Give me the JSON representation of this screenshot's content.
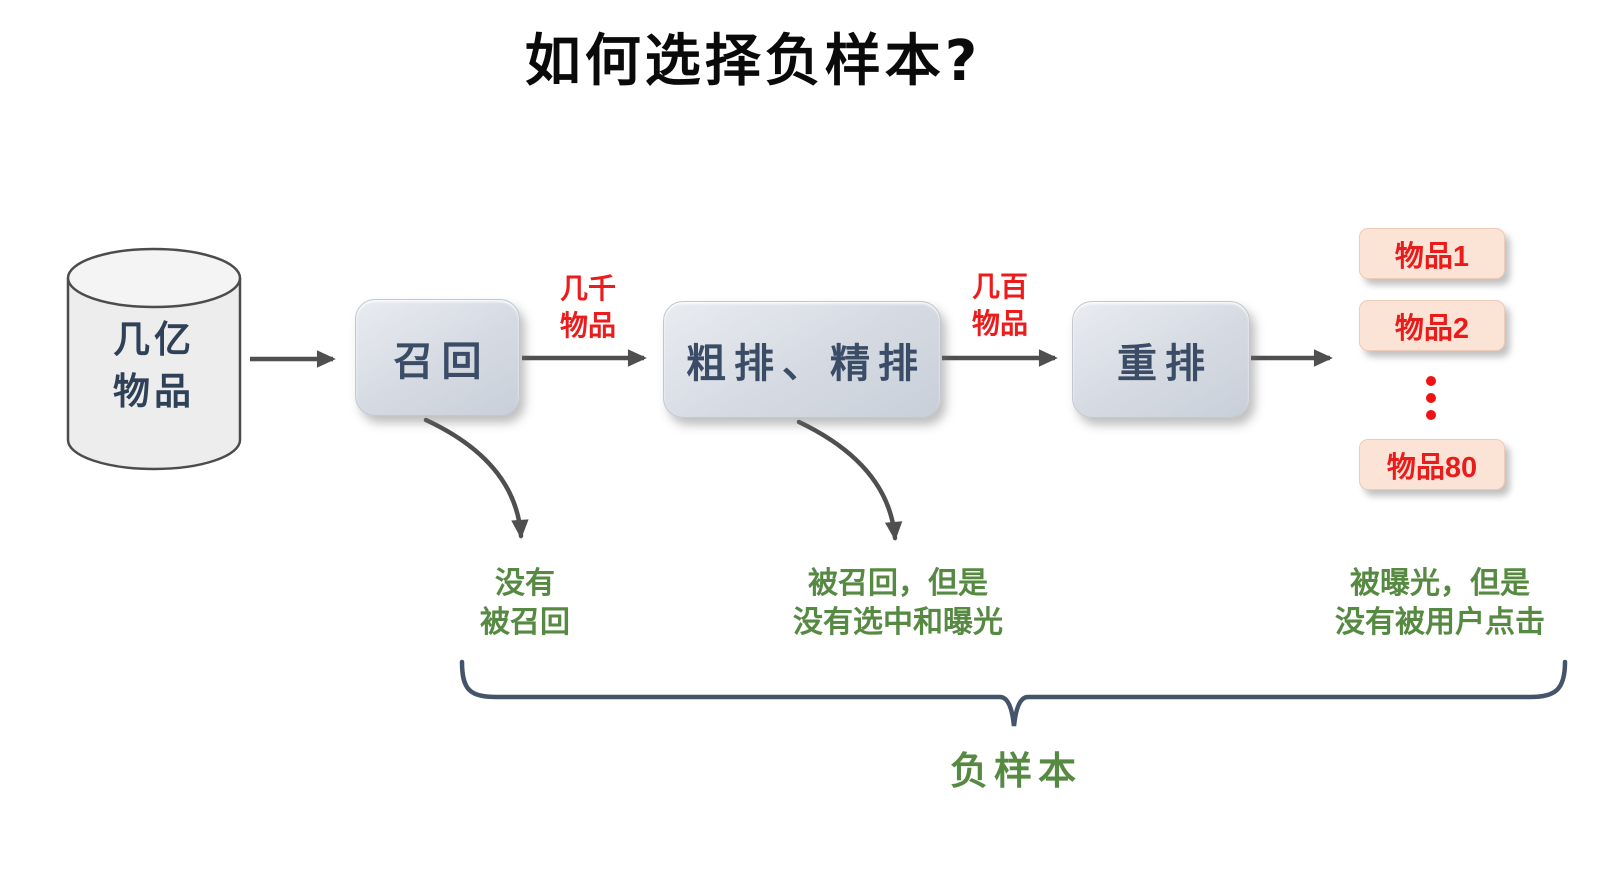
{
  "title": "如何选择负样本?",
  "source": {
    "line1": "几亿",
    "line2": "物品"
  },
  "stages": [
    {
      "label": "召回"
    },
    {
      "label": "粗排、精排"
    },
    {
      "label": "重排"
    }
  ],
  "flow_labels": [
    {
      "line1": "几千",
      "line2": "物品"
    },
    {
      "line1": "几百",
      "line2": "物品"
    }
  ],
  "outputs": {
    "item1": "物品1",
    "item2": "物品2",
    "item80": "物品80"
  },
  "annotations": [
    {
      "line1": "没有",
      "line2": "被召回"
    },
    {
      "line1": "被召回，但是",
      "line2": "没有选中和曝光"
    },
    {
      "line1": "被曝光，但是",
      "line2": "没有被用户点击"
    }
  ],
  "brace_label": "负样本",
  "colors": {
    "red": "#ec1c1c",
    "green": "#568a42",
    "navy_text": "#3b4c66",
    "cylinder_text": "#2e4157",
    "arrow": "#4f4f4f",
    "brace": "#44546a",
    "stage_bg": "#d5dae2",
    "item_bg": "#fbe3d6",
    "background": "#ffffff"
  }
}
